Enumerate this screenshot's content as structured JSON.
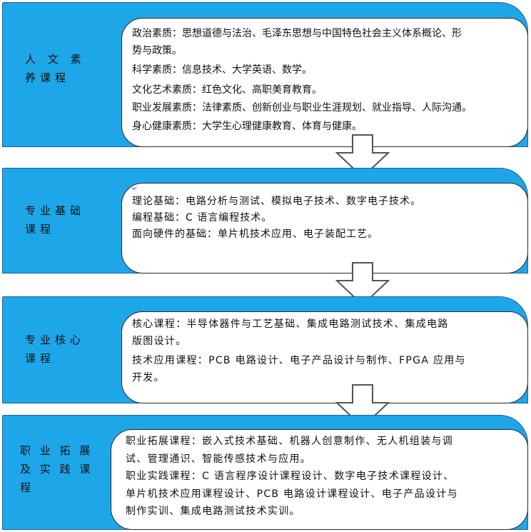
{
  "blocks": [
    {
      "label": "人 文 素 养课程",
      "lines": [
        "政治素质：思想道德与法治、毛泽东思想与中国特色社会主义体系概论、形",
        "势与政策。",
        "科学素质：信息技术、大学英语、数学。",
        "文化艺术素质：红色文化、高职美育教育。",
        "职业发展素质：法律素质、创新创业与职业生涯规划、就业指导、人际沟通。",
        "身心健康素质：大学生心理健康教育、体育与健康。"
      ]
    },
    {
      "label": "专业基础课程",
      "lines": [
        "↵",
        "理论基础：电路分析与测试、模拟电子技术、数字电子技术。",
        "编程基础：C 语言编程技术。",
        "面向硬件的基础：单片机技术应用、电子装配工艺。"
      ]
    },
    {
      "label": "专业核心课程",
      "lines": [
        "核心课程：半导体器件与工艺基础、集成电路测试技术、集成电路",
        "版图设计。",
        "技术应用课程：PCB 电路设计、电子产品设计与制作、FPGA 应用与",
        "开发。"
      ]
    },
    {
      "label": "职 业 拓 展 及 实 践 课 程",
      "lines": [
        "职业拓展课程：嵌入式技术基础、机器人创意制作、无人机组装与调",
        "试、管理通识、智能传感技术与应用。",
        "职业实践课程：C 语言程序设计课程设计、数字电子技术课程设计、",
        "单片机技术应用课程设计、PCB 电路设计课程设计、电子产品设计与",
        "制作实训、集成电路测试技术实训。"
      ]
    }
  ]
}
